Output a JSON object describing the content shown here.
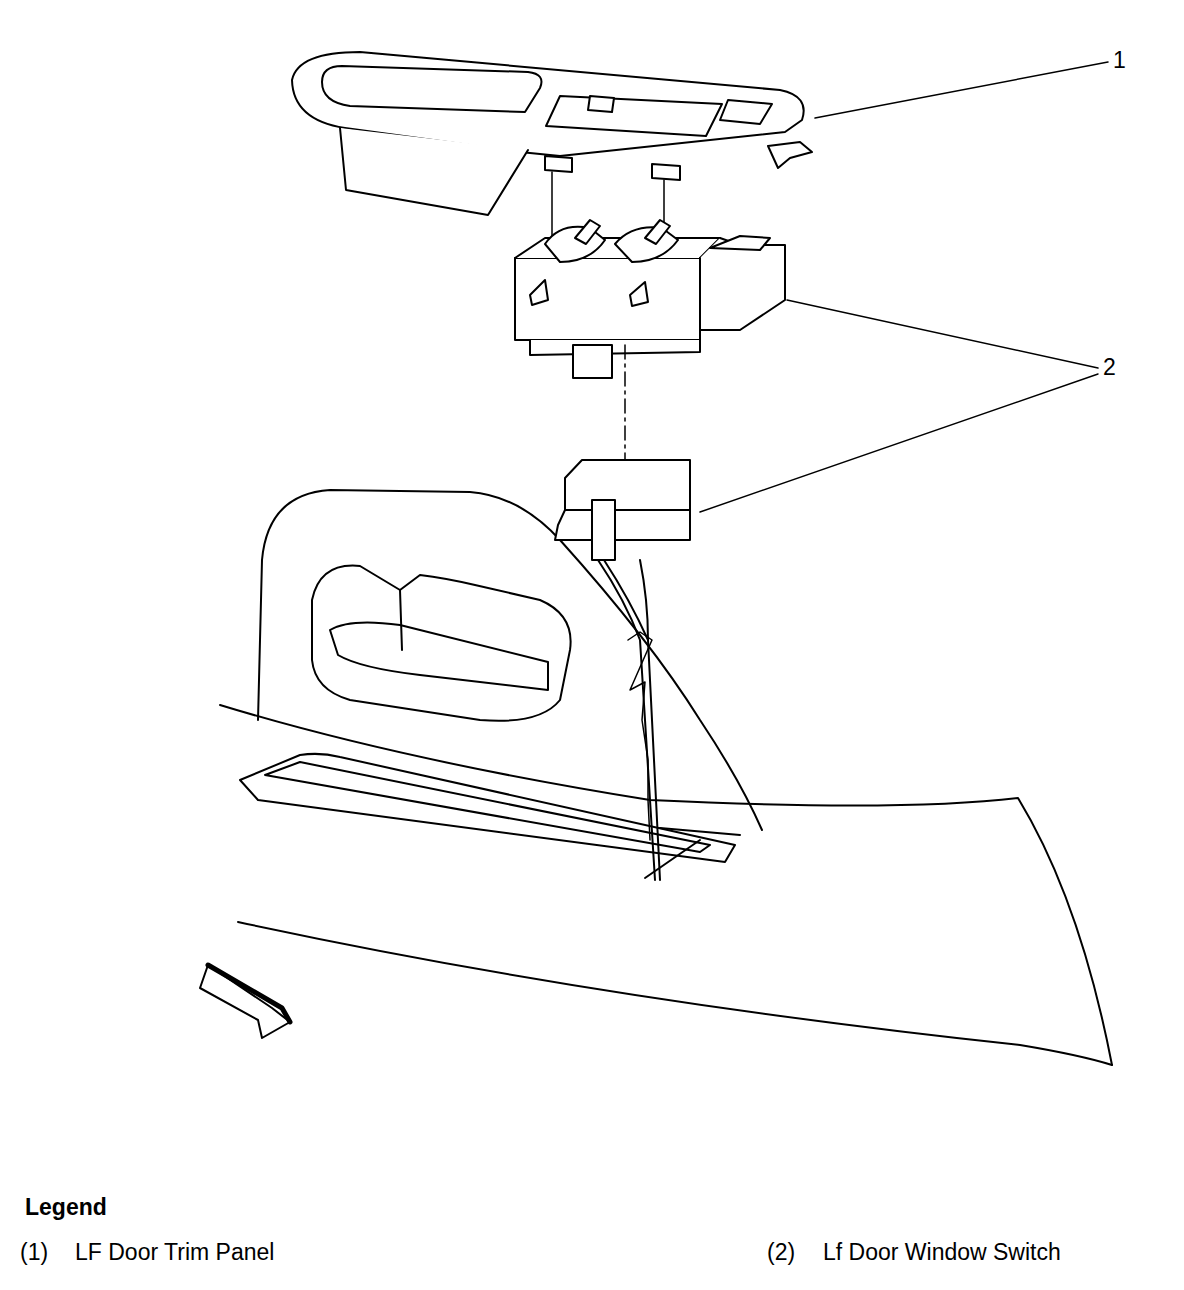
{
  "diagram": {
    "labels": [
      "1",
      "2",
      "Legend",
      "(1)",
      "(2)"
    ],
    "legend": [
      {
        "text": "LF Door Trim Panel"
      },
      {
        "text": "Lf Door Window Switch"
      }
    ]
  }
}
